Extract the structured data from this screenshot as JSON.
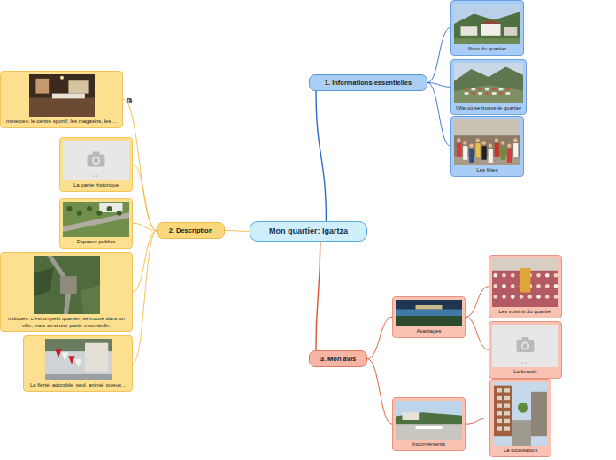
{
  "diagram": {
    "nodes": [
      {
        "text": [
          "Mon quartier: Igartza"
        ]
      },
      {
        "text": [
          "1. Informations essentielles"
        ]
      },
      {
        "text": [
          "Nom du quartier"
        ]
      },
      {
        "text": [
          "Ville où se trouve le quartier"
        ]
      },
      {
        "text": [
          "Les fêtes"
        ]
      },
      {
        "text": [
          "2. Description"
        ]
      },
      {
        "text": [
          "mmerces: le centre sportif, les magasins, les ..."
        ]
      },
      {
        "text": [
          "La partie historique"
        ]
      },
      {
        "text": [
          "Espaces publics"
        ]
      },
      {
        "text": [
          "ristiques: c'est un petit quartier, se trouve dans un ville, mais c'est une partie essentielle."
        ]
      },
      {
        "text": [
          "La fierté: adorable, seul, animé, joyeux..."
        ]
      },
      {
        "text": [
          "3. Mon avis"
        ]
      },
      {
        "text": [
          "Avantages"
        ]
      },
      {
        "text": [
          "Les voisins du quartier"
        ]
      },
      {
        "text": [
          "La beauté"
        ]
      },
      {
        "text": [
          "Inconvénients"
        ]
      },
      {
        "text": [
          "La localisation"
        ]
      }
    ],
    "edges": [
      {
        "from": 0,
        "to": 1,
        "arrow": "none"
      },
      {
        "from": 1,
        "to": 2,
        "arrow": "none"
      },
      {
        "from": 1,
        "to": 3,
        "arrow": "none"
      },
      {
        "from": 1,
        "to": 4,
        "arrow": "none"
      },
      {
        "from": 0,
        "to": 5,
        "arrow": "none"
      },
      {
        "from": 5,
        "to": 6,
        "arrow": "none"
      },
      {
        "from": 5,
        "to": 7,
        "arrow": "none"
      },
      {
        "from": 5,
        "to": 8,
        "arrow": "none"
      },
      {
        "from": 5,
        "to": 9,
        "arrow": "none"
      },
      {
        "from": 5,
        "to": 10,
        "arrow": "none"
      },
      {
        "from": 0,
        "to": 11,
        "arrow": "none"
      },
      {
        "from": 11,
        "to": 12,
        "arrow": "none"
      },
      {
        "from": 11,
        "to": 15,
        "arrow": "none"
      },
      {
        "from": 12,
        "to": 13,
        "arrow": "none"
      },
      {
        "from": 12,
        "to": 14,
        "arrow": "none"
      },
      {
        "from": 15,
        "to": 16,
        "arrow": "none"
      }
    ]
  }
}
